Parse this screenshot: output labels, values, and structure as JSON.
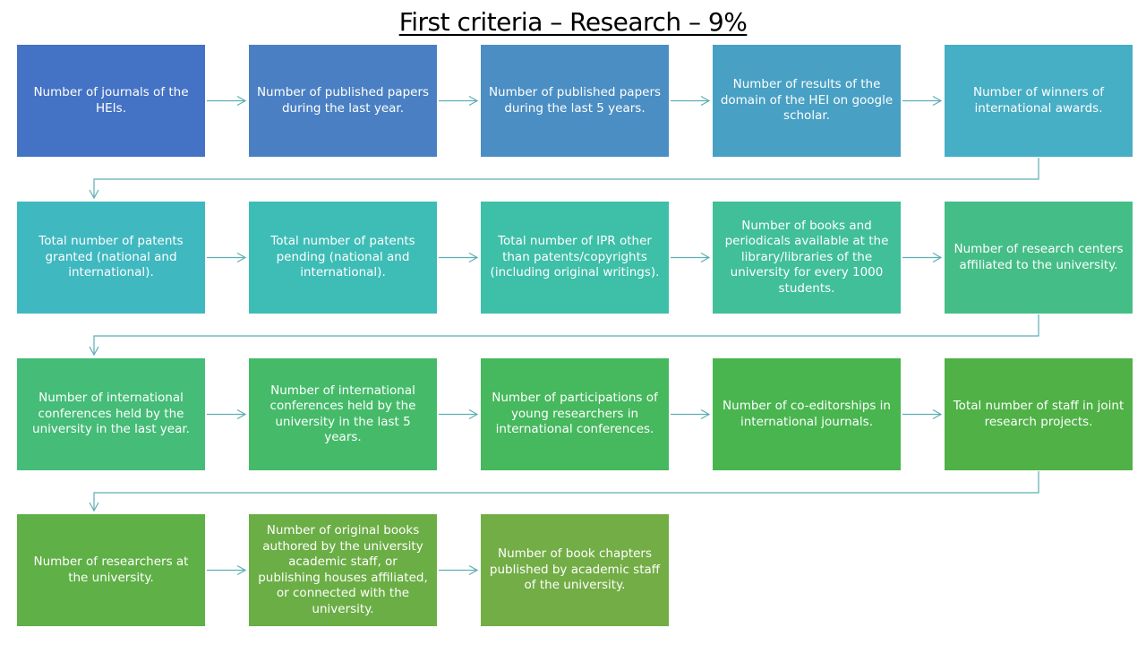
{
  "title": "First criteria – Research – 9%",
  "boxes": [
    "Number of journals of the HEIs.",
    "Number of published papers during the last year.",
    "Number of published papers during the last 5 years.",
    "Number of results of the domain of the HEI on google scholar.",
    "Number of winners of international awards.",
    "Total number of patents granted (national and international).",
    "Total number of patents pending (national and international).",
    "Total number of IPR other than patents/copyrights (including original writings).",
    "Number of books and periodicals available at the library/libraries of the university for every 1000 students.",
    "Number of research centers affiliated to the university.",
    "Number of international conferences held by the university in the last year.",
    "Number of international conferences held by the university in the last 5 years.",
    "Number of participations of young researchers in international conferences.",
    "Number of co-editorships in international journals.",
    "Total number of staff in joint research projects.",
    "Number of researchers at the university.",
    "Number of original books authored by the university academic staff, or publishing houses affiliated, or connected with the university.",
    "Number of book chapters published by academic staff of the university."
  ],
  "colors": {
    "box_fill": [
      "#4472c4",
      "#4a80c3",
      "#4a8ec4",
      "#48a0c4",
      "#46aec5",
      "#3fb8c0",
      "#3dbdb6",
      "#3dbfa8",
      "#40bf98",
      "#44be86",
      "#45bc78",
      "#45bb6a",
      "#46b85d",
      "#48b54f",
      "#4fb146",
      "#5fb046",
      "#6bae45",
      "#73ad46"
    ],
    "connector": "#5eaeb4"
  }
}
